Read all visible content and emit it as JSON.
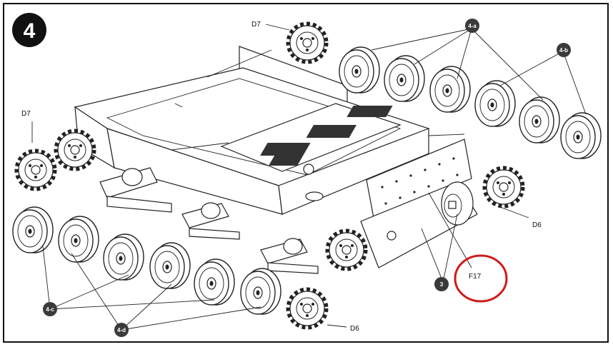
{
  "step_number": "4",
  "callouts": {
    "d7_top": "D7",
    "d7_left": "D7",
    "d6_right": "D6",
    "d6_bottom": "D6",
    "f17": "F17",
    "badge_4a": "4-a",
    "badge_4b": "4-b",
    "badge_3": "3",
    "badge_4c": "4-c",
    "badge_4d": "4-d"
  },
  "colors": {
    "ink": "#111111",
    "highlight_circle": "#d11a1a",
    "badge_fill": "#3a3a3a"
  }
}
